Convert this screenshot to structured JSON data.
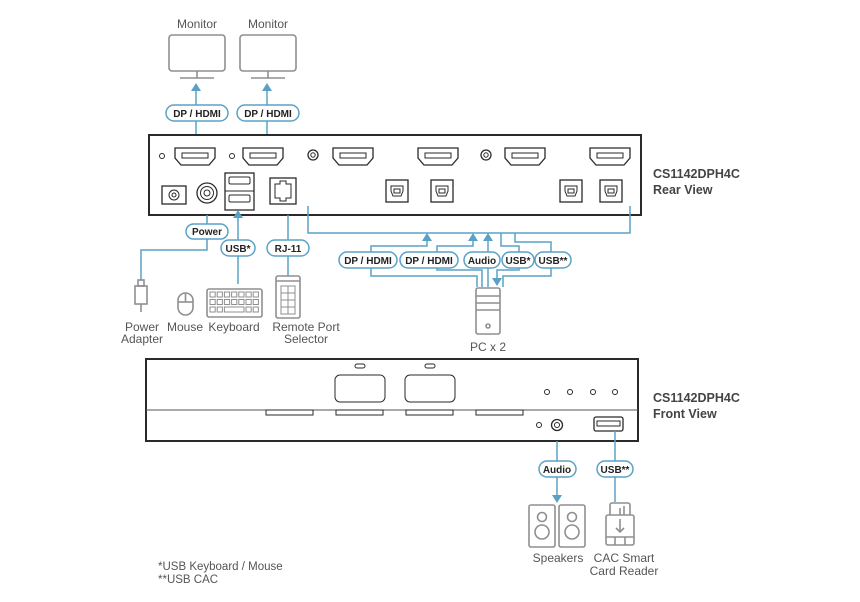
{
  "colors": {
    "cable": "#5aa2c5",
    "device_outline": "#8f8f8f",
    "panel_outline": "#2a2a2a",
    "text": "#555555"
  },
  "rear_view": {
    "model": "CS1142DPH4C",
    "view_label": "Rear View"
  },
  "front_view": {
    "model": "CS1142DPH4C",
    "view_label": "Front View"
  },
  "devices": {
    "monitor_1": "Monitor",
    "monitor_2": "Monitor",
    "power_adapter_line1": "Power",
    "power_adapter_line2": "Adapter",
    "mouse": "Mouse",
    "keyboard": "Keyboard",
    "remote_line1": "Remote Port",
    "remote_line2": "Selector",
    "pc": "PC x 2",
    "speakers": "Speakers",
    "cac_line1": "CAC Smart",
    "cac_line2": "Card Reader"
  },
  "cable_labels": {
    "monitor_1": "DP / HDMI",
    "monitor_2": "DP / HDMI",
    "power": "Power",
    "usb_keyboard": "USB*",
    "rj11": "RJ-11",
    "pc_video_1": "DP / HDMI",
    "pc_video_2": "DP / HDMI",
    "pc_audio": "Audio",
    "pc_usb": "USB*",
    "pc_usb_cac": "USB**",
    "front_audio": "Audio",
    "front_usb_cac": "USB**"
  },
  "footnotes": [
    "*USB Keyboard / Mouse",
    "**USB CAC"
  ]
}
